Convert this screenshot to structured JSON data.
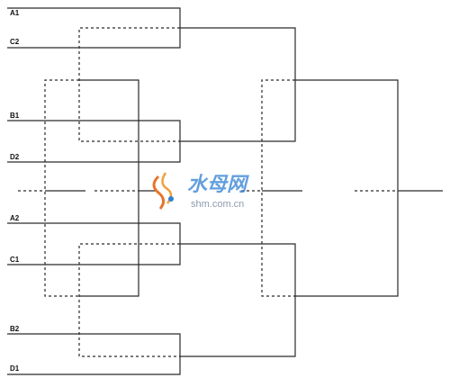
{
  "bracket": {
    "slots": [
      "A1",
      "C2",
      "B1",
      "D2",
      "A2",
      "C1",
      "B2",
      "D1"
    ]
  },
  "watermark": {
    "site_name": "水母网",
    "domain": "shm.com.cn"
  },
  "colors": {
    "line": "#2a2a2a",
    "watermark_blue": "#2f7fd3",
    "watermark_orange": "#e8742a"
  }
}
